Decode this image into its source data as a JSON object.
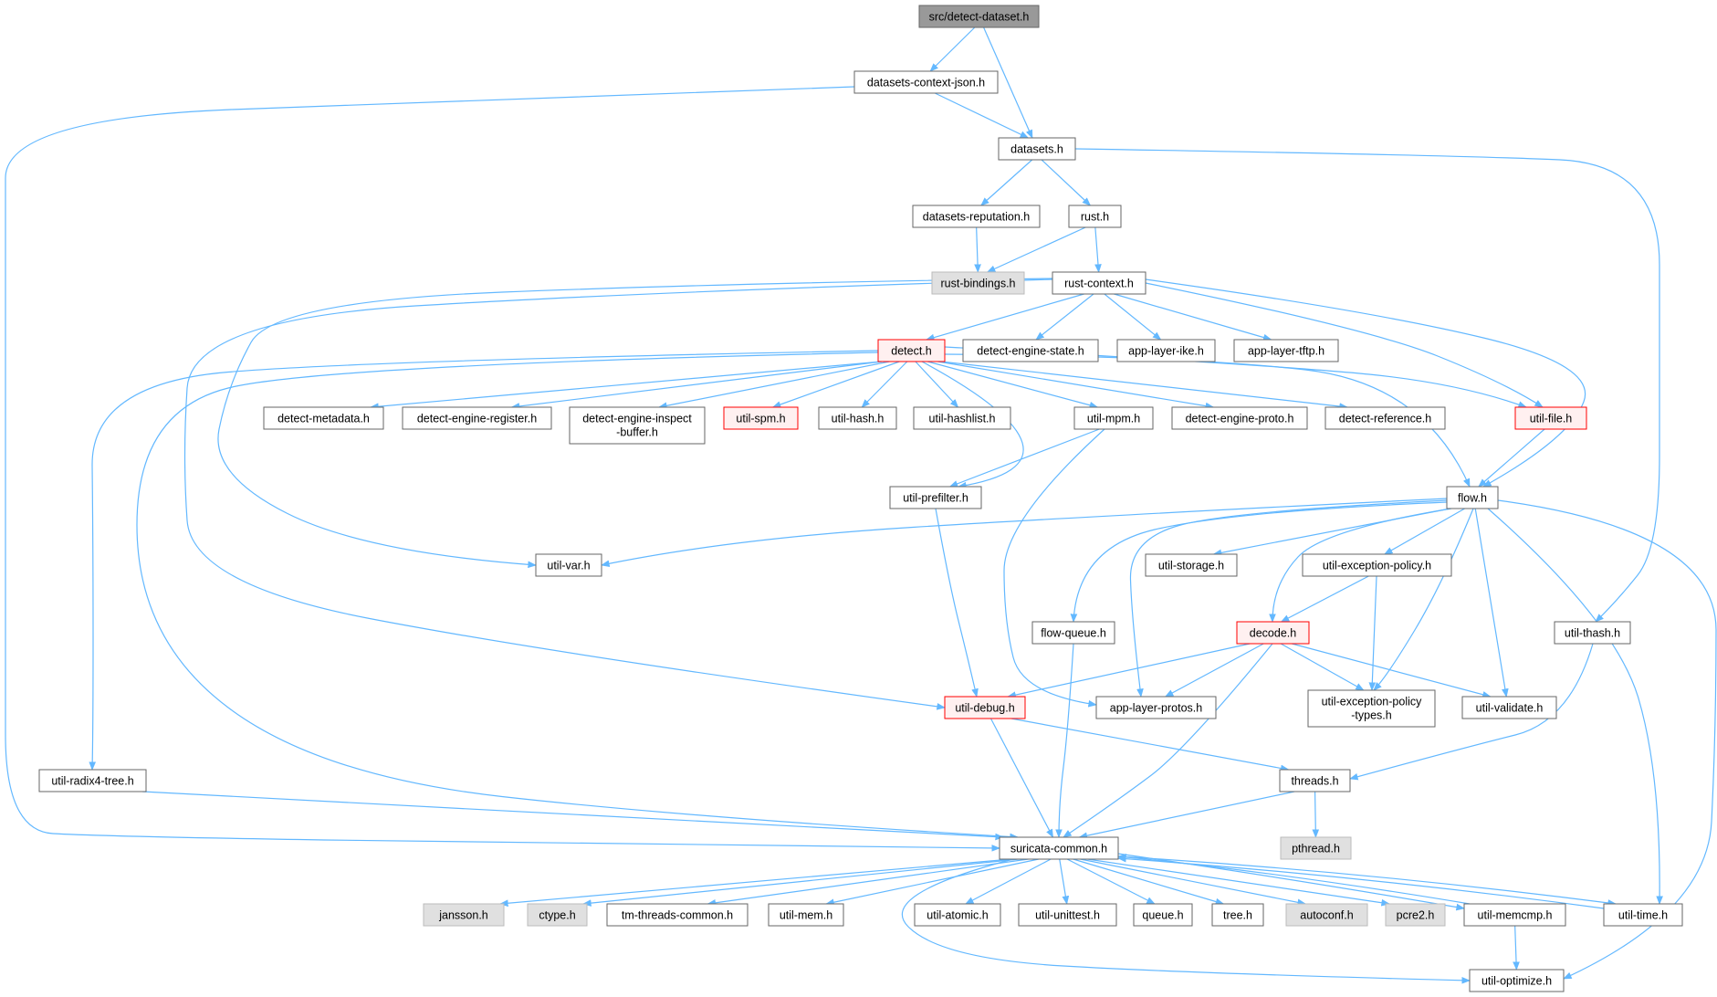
{
  "colors": {
    "edge": "#63b8ff",
    "border_default": "#666666",
    "border_red": "#ff0000",
    "fill_root": "#999999",
    "fill_sys": "#e0e0e0",
    "fill_red": "#fff0f0",
    "fill_default": "#ffffff",
    "text": "#000000"
  },
  "nodes": [
    {
      "id": "root",
      "label": "src/detect-dataset.h",
      "style": "root"
    },
    {
      "id": "dcj",
      "label": "datasets-context-json.h",
      "style": "default"
    },
    {
      "id": "datasets",
      "label": "datasets.h",
      "style": "default"
    },
    {
      "id": "drep",
      "label": "datasets-reputation.h",
      "style": "default"
    },
    {
      "id": "rust",
      "label": "rust.h",
      "style": "default"
    },
    {
      "id": "rustbind",
      "label": "rust-bindings.h",
      "style": "sys"
    },
    {
      "id": "rustctx",
      "label": "rust-context.h",
      "style": "default"
    },
    {
      "id": "detect",
      "label": "detect.h",
      "style": "red"
    },
    {
      "id": "des",
      "label": "detect-engine-state.h",
      "style": "default"
    },
    {
      "id": "ike",
      "label": "app-layer-ike.h",
      "style": "default"
    },
    {
      "id": "tftp",
      "label": "app-layer-tftp.h",
      "style": "default"
    },
    {
      "id": "dmeta",
      "label": "detect-metadata.h",
      "style": "default"
    },
    {
      "id": "dereg",
      "label": "detect-engine-register.h",
      "style": "default"
    },
    {
      "id": "deib",
      "label": "detect-engine-inspect",
      "label2": "-buffer.h",
      "style": "default"
    },
    {
      "id": "spm",
      "label": "util-spm.h",
      "style": "red"
    },
    {
      "id": "hash",
      "label": "util-hash.h",
      "style": "default"
    },
    {
      "id": "hashlist",
      "label": "util-hashlist.h",
      "style": "default"
    },
    {
      "id": "mpm",
      "label": "util-mpm.h",
      "style": "default"
    },
    {
      "id": "deproto",
      "label": "detect-engine-proto.h",
      "style": "default"
    },
    {
      "id": "dref",
      "label": "detect-reference.h",
      "style": "default"
    },
    {
      "id": "ufile",
      "label": "util-file.h",
      "style": "red"
    },
    {
      "id": "prefilter",
      "label": "util-prefilter.h",
      "style": "default"
    },
    {
      "id": "flow",
      "label": "flow.h",
      "style": "default"
    },
    {
      "id": "uvar",
      "label": "util-var.h",
      "style": "default"
    },
    {
      "id": "ustorage",
      "label": "util-storage.h",
      "style": "default"
    },
    {
      "id": "uexpol",
      "label": "util-exception-policy.h",
      "style": "default"
    },
    {
      "id": "fqueue",
      "label": "flow-queue.h",
      "style": "default"
    },
    {
      "id": "decode",
      "label": "decode.h",
      "style": "red"
    },
    {
      "id": "uthash",
      "label": "util-thash.h",
      "style": "default"
    },
    {
      "id": "udebug",
      "label": "util-debug.h",
      "style": "red"
    },
    {
      "id": "alprotos",
      "label": "app-layer-protos.h",
      "style": "default"
    },
    {
      "id": "uexpoltypes",
      "label": "util-exception-policy",
      "label2": "-types.h",
      "style": "default"
    },
    {
      "id": "uvalidate",
      "label": "util-validate.h",
      "style": "default"
    },
    {
      "id": "radix",
      "label": "util-radix4-tree.h",
      "style": "default"
    },
    {
      "id": "threads",
      "label": "threads.h",
      "style": "default"
    },
    {
      "id": "pthread",
      "label": "pthread.h",
      "style": "sys"
    },
    {
      "id": "suricata",
      "label": "suricata-common.h",
      "style": "default"
    },
    {
      "id": "jansson",
      "label": "jansson.h",
      "style": "sys"
    },
    {
      "id": "ctype",
      "label": "ctype.h",
      "style": "sys"
    },
    {
      "id": "tmtc",
      "label": "tm-threads-common.h",
      "style": "default"
    },
    {
      "id": "umem",
      "label": "util-mem.h",
      "style": "default"
    },
    {
      "id": "uatomic",
      "label": "util-atomic.h",
      "style": "default"
    },
    {
      "id": "uunittest",
      "label": "util-unittest.h",
      "style": "default"
    },
    {
      "id": "queue",
      "label": "queue.h",
      "style": "default"
    },
    {
      "id": "tree",
      "label": "tree.h",
      "style": "default"
    },
    {
      "id": "autoconf",
      "label": "autoconf.h",
      "style": "sys"
    },
    {
      "id": "pcre2",
      "label": "pcre2.h",
      "style": "sys"
    },
    {
      "id": "umemcmp",
      "label": "util-memcmp.h",
      "style": "default"
    },
    {
      "id": "utime",
      "label": "util-time.h",
      "style": "default"
    },
    {
      "id": "uoptimize",
      "label": "util-optimize.h",
      "style": "default"
    }
  ],
  "edges": [
    [
      "root",
      "dcj"
    ],
    [
      "root",
      "datasets"
    ],
    [
      "dcj",
      "datasets"
    ],
    [
      "dcj",
      "suricata"
    ],
    [
      "datasets",
      "drep"
    ],
    [
      "datasets",
      "rust"
    ],
    [
      "datasets",
      "uthash"
    ],
    [
      "drep",
      "rustbind"
    ],
    [
      "rust",
      "rustbind"
    ],
    [
      "rust",
      "rustctx"
    ],
    [
      "rustctx",
      "detect"
    ],
    [
      "rustctx",
      "des"
    ],
    [
      "rustctx",
      "ike"
    ],
    [
      "rustctx",
      "tftp"
    ],
    [
      "rustctx",
      "ufile"
    ],
    [
      "rustctx",
      "flow"
    ],
    [
      "rustctx",
      "uvar"
    ],
    [
      "rustctx",
      "udebug"
    ],
    [
      "detect",
      "dmeta"
    ],
    [
      "detect",
      "dereg"
    ],
    [
      "detect",
      "deib"
    ],
    [
      "detect",
      "spm"
    ],
    [
      "detect",
      "hash"
    ],
    [
      "detect",
      "hashlist"
    ],
    [
      "detect",
      "mpm"
    ],
    [
      "detect",
      "deproto"
    ],
    [
      "detect",
      "dref"
    ],
    [
      "detect",
      "ufile"
    ],
    [
      "detect",
      "prefilter"
    ],
    [
      "detect",
      "flow"
    ],
    [
      "detect",
      "radix"
    ],
    [
      "detect",
      "suricata"
    ],
    [
      "mpm",
      "prefilter"
    ],
    [
      "mpm",
      "alprotos"
    ],
    [
      "ufile",
      "flow"
    ],
    [
      "prefilter",
      "udebug"
    ],
    [
      "flow",
      "uvar"
    ],
    [
      "flow",
      "ustorage"
    ],
    [
      "flow",
      "uexpol"
    ],
    [
      "flow",
      "fqueue"
    ],
    [
      "flow",
      "decode"
    ],
    [
      "flow",
      "alprotos"
    ],
    [
      "flow",
      "uexpoltypes"
    ],
    [
      "flow",
      "uvalidate"
    ],
    [
      "flow",
      "utime"
    ],
    [
      "flow",
      "uoptimize"
    ],
    [
      "uexpol",
      "decode"
    ],
    [
      "uexpol",
      "uexpoltypes"
    ],
    [
      "fqueue",
      "suricata"
    ],
    [
      "decode",
      "udebug"
    ],
    [
      "decode",
      "alprotos"
    ],
    [
      "decode",
      "uexpoltypes"
    ],
    [
      "decode",
      "uvalidate"
    ],
    [
      "decode",
      "suricata"
    ],
    [
      "uthash",
      "threads"
    ],
    [
      "udebug",
      "threads"
    ],
    [
      "udebug",
      "suricata"
    ],
    [
      "radix",
      "suricata"
    ],
    [
      "threads",
      "pthread"
    ],
    [
      "threads",
      "suricata"
    ],
    [
      "suricata",
      "jansson"
    ],
    [
      "suricata",
      "ctype"
    ],
    [
      "suricata",
      "tmtc"
    ],
    [
      "suricata",
      "umem"
    ],
    [
      "suricata",
      "uatomic"
    ],
    [
      "suricata",
      "uunittest"
    ],
    [
      "suricata",
      "queue"
    ],
    [
      "suricata",
      "tree"
    ],
    [
      "suricata",
      "autoconf"
    ],
    [
      "suricata",
      "pcre2"
    ],
    [
      "suricata",
      "umemcmp"
    ],
    [
      "suricata",
      "utime"
    ],
    [
      "suricata",
      "uoptimize"
    ],
    [
      "umemcmp",
      "suricata"
    ],
    [
      "umemcmp",
      "uoptimize"
    ],
    [
      "utime",
      "suricata"
    ]
  ]
}
